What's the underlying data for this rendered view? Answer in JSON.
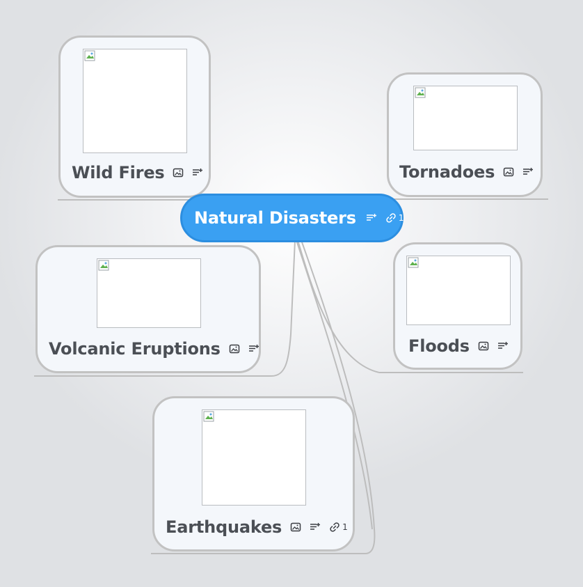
{
  "map": {
    "root": {
      "title": "Natural Disasters",
      "link_count": "1"
    },
    "topics": [
      {
        "title": "Wild Fires"
      },
      {
        "title": "Tornadoes"
      },
      {
        "title": "Volcanic Eruptions"
      },
      {
        "title": "Floods"
      },
      {
        "title": "Earthquakes",
        "link_count": "1"
      }
    ]
  },
  "colors": {
    "root_fill": "#3aa0f2",
    "topic_fill": "#f4f7fb",
    "topic_border": "#c2c2c2",
    "connector": "#bdbdbd",
    "label_text": "#4b4f55"
  },
  "icons": [
    "image-icon",
    "notes-icon",
    "link-icon"
  ]
}
